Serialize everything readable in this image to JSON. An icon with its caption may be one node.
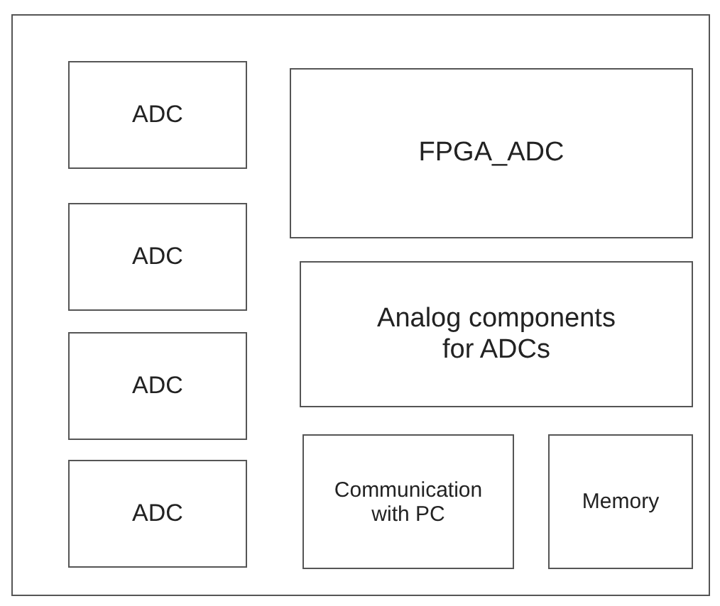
{
  "diagram": {
    "nodes": [
      {
        "text": [],
        "shape": "box"
      },
      {
        "text": [
          "ADC"
        ],
        "in": 0
      },
      {
        "text": [
          "FPGA_ADC"
        ],
        "in": 0
      },
      {
        "text": [
          "ADC"
        ],
        "in": 0
      },
      {
        "text": [
          "Analog components for ADCs"
        ],
        "in": 0
      },
      {
        "text": [
          "ADC"
        ],
        "in": 0
      },
      {
        "text": [
          "ADC"
        ],
        "in": 0
      },
      {
        "text": [
          "Communication with PC"
        ],
        "in": 0
      },
      {
        "text": [
          "Memory"
        ],
        "in": 0
      }
    ],
    "edges": []
  }
}
